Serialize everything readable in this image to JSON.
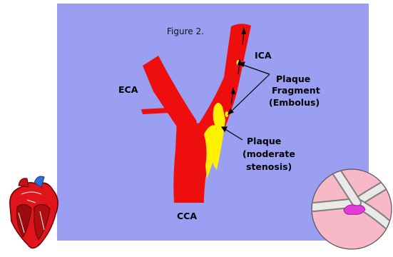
{
  "figure": {
    "title": "Figure 2.",
    "background_color": "#9b9ff2",
    "artery_color": "#ee0e0e",
    "plaque_color": "#fff200",
    "labels": {
      "eca": "ECA",
      "ica": "ICA",
      "cca": "CCA",
      "fragment_line1": "Plaque",
      "fragment_line2": "Fragment",
      "fragment_line3": "(Embolus)",
      "plaque_line1": "Plaque",
      "plaque_line2": "(moderate",
      "plaque_line3": "stenosis)"
    }
  },
  "insets": {
    "heart_icon": "heart-anatomy-icon",
    "artery_icon": "artery-cross-section-icon"
  }
}
